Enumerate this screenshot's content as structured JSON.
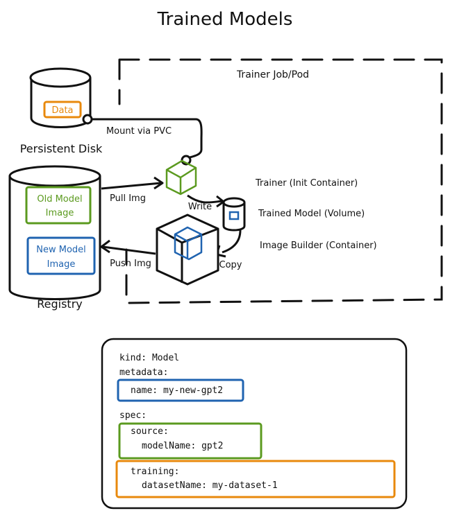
{
  "title": "Trained Models",
  "colors": {
    "ink": "#111111",
    "orange": "#e8890c",
    "green": "#5b9a1f",
    "blue": "#1f63b0"
  },
  "diagram": {
    "pod_label": "Trainer Job/Pod",
    "persistent_disk": {
      "label": "Persistent Disk",
      "data_label": "Data"
    },
    "registry": {
      "label": "Registry",
      "old_image": {
        "line1": "Old Model",
        "line2": "Image"
      },
      "new_image": {
        "line1": "New Model",
        "line2": "Image"
      }
    },
    "edges": {
      "mount": "Mount via PVC",
      "pull": "Pull Img",
      "write": "Write",
      "push": "Push Img",
      "copy": "Copy"
    },
    "legend": {
      "trainer": "Trainer (Init Container)",
      "trained_model": "Trained Model (Volume)",
      "image_builder": "Image Builder (Container)"
    }
  },
  "yaml": {
    "line_kind": "kind: Model",
    "line_metadata": "metadata:",
    "line_name": "name: my-new-gpt2",
    "line_spec": "spec:",
    "line_source": "source:",
    "line_modelname": "modelName: gpt2",
    "line_training": "training:",
    "line_datasetname": "datasetName: my-dataset-1"
  }
}
